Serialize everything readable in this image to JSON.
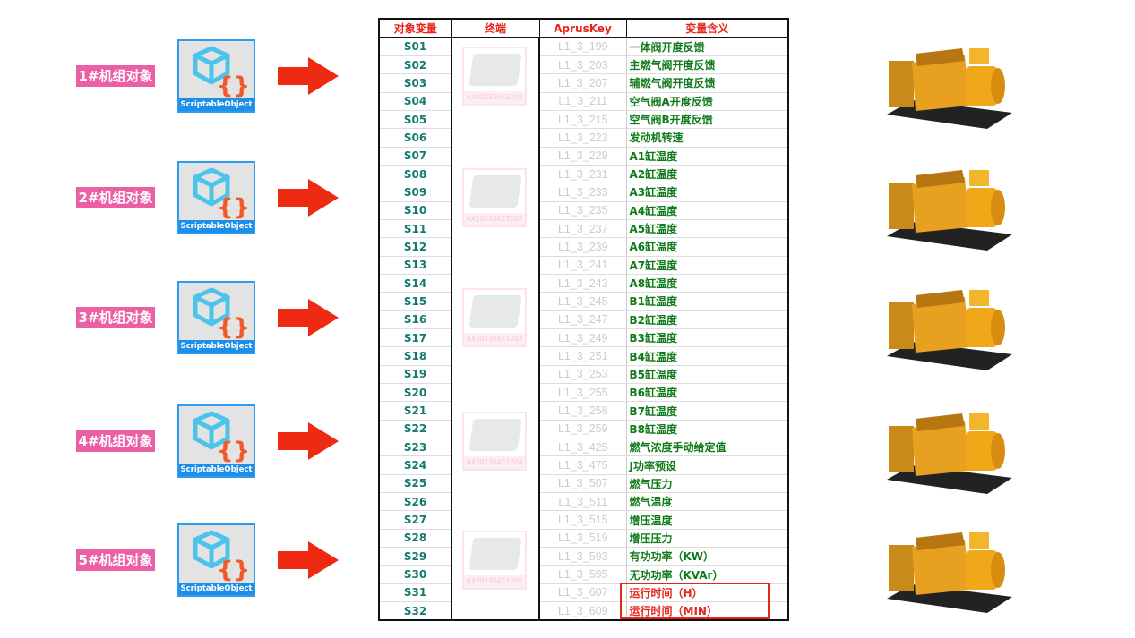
{
  "headers": [
    "对象变量",
    "终端",
    "AprusKey",
    "变量含义"
  ],
  "units": [
    {
      "label": "1#机组对象",
      "icon_caption": "ScriptableObject",
      "terminal": "AX20230423201"
    },
    {
      "label": "2#机组对象",
      "icon_caption": "ScriptableObject",
      "terminal": "AX20230423202"
    },
    {
      "label": "3#机组对象",
      "icon_caption": "ScriptableObject",
      "terminal": "AX20230423203"
    },
    {
      "label": "4#机组对象",
      "icon_caption": "ScriptableObject",
      "terminal": "AX20230423204"
    },
    {
      "label": "5#机组对象",
      "icon_caption": "ScriptableObject",
      "terminal": "AX20230423205"
    }
  ],
  "rows": [
    [
      "S01",
      "L1_3_199",
      "一体阀开度反馈"
    ],
    [
      "S02",
      "L1_3_203",
      "主燃气阀开度反馈"
    ],
    [
      "S03",
      "L1_3_207",
      "辅燃气阀开度反馈"
    ],
    [
      "S04",
      "L1_3_211",
      "空气阀A开度反馈"
    ],
    [
      "S05",
      "L1_3_215",
      "空气阀B开度反馈"
    ],
    [
      "S06",
      "L1_3_223",
      "发动机转速"
    ],
    [
      "S07",
      "L1_3_229",
      "A1缸温度"
    ],
    [
      "S08",
      "L1_3_231",
      "A2缸温度"
    ],
    [
      "S09",
      "L1_3_233",
      "A3缸温度"
    ],
    [
      "S10",
      "L1_3_235",
      "A4缸温度"
    ],
    [
      "S11",
      "L1_3_237",
      "A5缸温度"
    ],
    [
      "S12",
      "L1_3_239",
      "A6缸温度"
    ],
    [
      "S13",
      "L1_3_241",
      "A7缸温度"
    ],
    [
      "S14",
      "L1_3_243",
      "A8缸温度"
    ],
    [
      "S15",
      "L1_3_245",
      "B1缸温度"
    ],
    [
      "S16",
      "L1_3_247",
      "B2缸温度"
    ],
    [
      "S17",
      "L1_3_249",
      "B3缸温度"
    ],
    [
      "S18",
      "L1_3_251",
      "B4缸温度"
    ],
    [
      "S19",
      "L1_3_253",
      "B5缸温度"
    ],
    [
      "S20",
      "L1_3_255",
      "B6缸温度"
    ],
    [
      "S21",
      "L1_3_258",
      "B7缸温度"
    ],
    [
      "S22",
      "L1_3_259",
      "B8缸温度"
    ],
    [
      "S23",
      "L1_3_425",
      "燃气浓度手动给定值"
    ],
    [
      "S24",
      "L1_3_475",
      "J功率预设"
    ],
    [
      "S25",
      "L1_3_507",
      "燃气压力"
    ],
    [
      "S26",
      "L1_3_511",
      "燃气温度"
    ],
    [
      "S27",
      "L1_3_515",
      "增压温度"
    ],
    [
      "S28",
      "L1_3_519",
      "增压压力"
    ],
    [
      "S29",
      "L1_3_593",
      "有功功率（KW）"
    ],
    [
      "S30",
      "L1_3_595",
      "无功功率（KVAr）"
    ],
    [
      "S31",
      "L1_3_607",
      "运行时间（H）"
    ],
    [
      "S32",
      "L1_3_609",
      "运行时间（MIN）"
    ]
  ],
  "highlighted_rows": [
    30,
    31
  ],
  "colors": {
    "label_bg": "#ec5fa4",
    "arrow": "#ee2a12",
    "header": "#e8251b",
    "var": "#127a6e",
    "meaning": "#0f7a1a"
  }
}
